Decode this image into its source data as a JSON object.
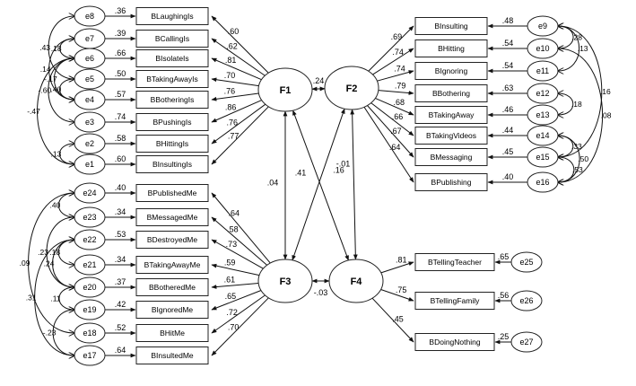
{
  "factors": [
    {
      "id": "F1",
      "label": "F1"
    },
    {
      "id": "F2",
      "label": "F2"
    },
    {
      "id": "F3",
      "label": "F3"
    },
    {
      "id": "F4",
      "label": "F4"
    }
  ],
  "groups": [
    {
      "factor": "F1",
      "indicators": [
        {
          "box": "BLaughingIs",
          "error": "e8",
          "residual": ".36",
          "loading": ".60"
        },
        {
          "box": "BCallingIs",
          "error": "e7",
          "residual": ".39",
          "loading": ".62"
        },
        {
          "box": "BIsolateIs",
          "error": "e6",
          "residual": ".66",
          "loading": ".81"
        },
        {
          "box": "BTakingAwayIs",
          "error": "e5",
          "residual": ".50",
          "loading": ".70"
        },
        {
          "box": "BBotheringIs",
          "error": "e4",
          "residual": ".57",
          "loading": ".76"
        },
        {
          "box": "BPushingIs",
          "error": "e3",
          "residual": ".74",
          "loading": ".86"
        },
        {
          "box": "BHittingIs",
          "error": "e2",
          "residual": ".58",
          "loading": ".76"
        },
        {
          "box": "BInsultingIs",
          "error": "e1",
          "residual": ".60",
          "loading": ".77"
        }
      ]
    },
    {
      "factor": "F2",
      "indicators": [
        {
          "box": "BInsulting",
          "error": "e9",
          "residual": ".48",
          "loading": ".69"
        },
        {
          "box": "BHitting",
          "error": "e10",
          "residual": ".54",
          "loading": ".74"
        },
        {
          "box": "BIgnoring",
          "error": "e11",
          "residual": ".54",
          "loading": ".74"
        },
        {
          "box": "BBothering",
          "error": "e12",
          "residual": ".63",
          "loading": ".79"
        },
        {
          "box": "BTakingAway",
          "error": "e13",
          "residual": ".46",
          "loading": ".68"
        },
        {
          "box": "BTakingVideos",
          "error": "e14",
          "residual": ".44",
          "loading": ".66"
        },
        {
          "box": "BMessaging",
          "error": "e15",
          "residual": ".45",
          "loading": ".67"
        },
        {
          "box": "BPublishing",
          "error": "e16",
          "residual": ".40",
          "loading": ".64"
        }
      ]
    },
    {
      "factor": "F3",
      "indicators": [
        {
          "box": "BPublishedMe",
          "error": "e24",
          "residual": ".40",
          "loading": ".64"
        },
        {
          "box": "BMessagedMe",
          "error": "e23",
          "residual": ".34",
          "loading": ".58"
        },
        {
          "box": "BDestroyedMe",
          "error": "e22",
          "residual": ".53",
          "loading": ".73"
        },
        {
          "box": "BTakingAwayMe",
          "error": "e21",
          "residual": ".34",
          "loading": ".59"
        },
        {
          "box": "BBotheredMe",
          "error": "e20",
          "residual": ".37",
          "loading": ".61"
        },
        {
          "box": "BIgnoredMe",
          "error": "e19",
          "residual": ".42",
          "loading": ".65"
        },
        {
          "box": "BHitMe",
          "error": "e18",
          "residual": ".52",
          "loading": ".72"
        },
        {
          "box": "BInsultedMe",
          "error": "e17",
          "residual": ".64",
          "loading": ".70"
        }
      ]
    },
    {
      "factor": "F4",
      "indicators": [
        {
          "box": "BTellingTeacher",
          "error": "e25",
          "residual": ".65",
          "loading": ".81"
        },
        {
          "box": "BTellingFamily",
          "error": "e26",
          "residual": ".56",
          "loading": ".75"
        },
        {
          "box": "BDoingNothing",
          "error": "e27",
          "residual": ".25",
          "loading": ".45"
        }
      ]
    }
  ],
  "factor_correlations": [
    {
      "a": "F1",
      "b": "F2",
      "value": ".24"
    },
    {
      "a": "F1",
      "b": "F3",
      "value": ".04"
    },
    {
      "a": "F2",
      "b": "F4",
      "value": "-.01"
    },
    {
      "a": "F2",
      "b": "F3",
      "value": ".41"
    },
    {
      "a": "F1",
      "b": "F4",
      "value": ".16"
    },
    {
      "a": "F3",
      "b": "F4",
      "value": "-.03"
    }
  ],
  "error_covariances": [
    {
      "a": "e8",
      "b": "e5",
      "value": ".43"
    },
    {
      "a": "e7",
      "b": "e4",
      "value": ".14"
    },
    {
      "a": "e7",
      "b": "e6",
      "value": ".18"
    },
    {
      "a": "e6",
      "b": "e4",
      "value": "-.17"
    },
    {
      "a": "e5",
      "b": "e4",
      "value": ".40"
    },
    {
      "a": "e6",
      "b": "e3",
      "value": "-.60"
    },
    {
      "a": "e6",
      "b": "e1",
      "value": "-.47"
    },
    {
      "a": "e2",
      "b": "e1",
      "value": ".13"
    },
    {
      "a": "e24",
      "b": "e23",
      "value": ".40"
    },
    {
      "a": "e24",
      "b": "e18",
      "value": ".09"
    },
    {
      "a": "e23",
      "b": "e20",
      "value": ".23"
    },
    {
      "a": "e22",
      "b": "e21",
      "value": ".18"
    },
    {
      "a": "e22",
      "b": "e20",
      "value": ".24"
    },
    {
      "a": "e20",
      "b": "e19",
      "value": ".11"
    },
    {
      "a": "e22",
      "b": "e17",
      "value": ".31"
    },
    {
      "a": "e19",
      "b": "e17",
      "value": "-.23"
    },
    {
      "a": "e9",
      "b": "e10",
      "value": ".28"
    },
    {
      "a": "e9",
      "b": "e11",
      "value": ".13"
    },
    {
      "a": "e9",
      "b": "e15",
      "value": ".16"
    },
    {
      "a": "e12",
      "b": "e13",
      "value": ".18"
    },
    {
      "a": "e10",
      "b": "e16",
      "value": ".08"
    },
    {
      "a": "e14",
      "b": "e15",
      "value": ".33"
    },
    {
      "a": "e15",
      "b": "e16",
      "value": ".53"
    },
    {
      "a": "e14",
      "b": "e16",
      "value": ".50"
    }
  ]
}
